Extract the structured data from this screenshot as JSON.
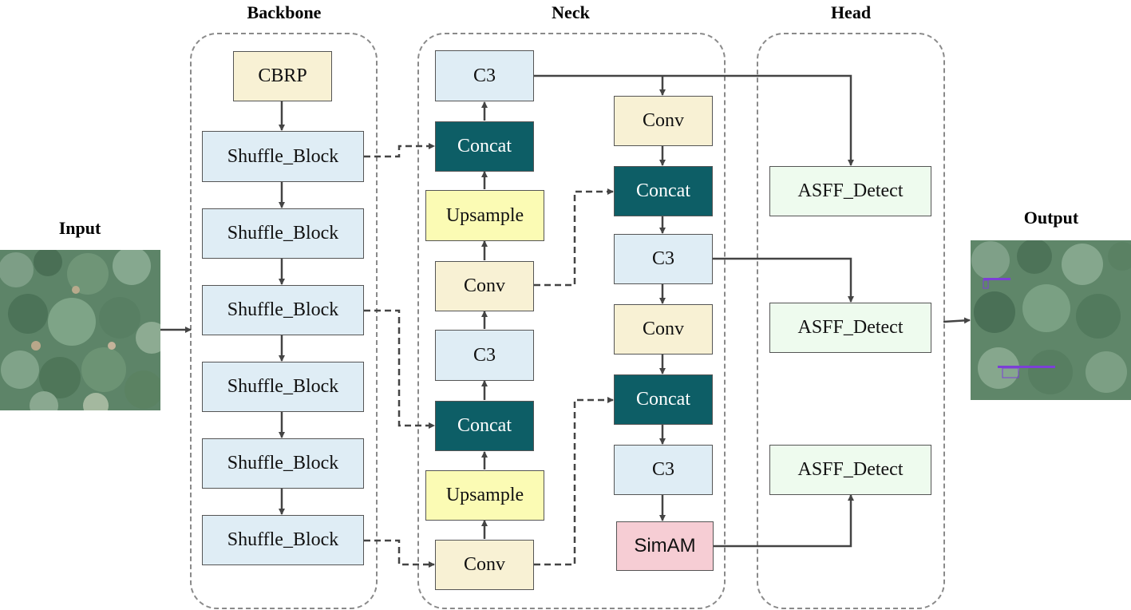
{
  "titles": {
    "backbone": "Backbone",
    "neck": "Neck",
    "head": "Head",
    "input": "Input",
    "output": "Output"
  },
  "backbone": {
    "stem": "CBRP",
    "blocks": [
      "Shuffle_Block",
      "Shuffle_Block",
      "Shuffle_Block",
      "Shuffle_Block",
      "Shuffle_Block",
      "Shuffle_Block"
    ]
  },
  "neck": {
    "left": {
      "c3_top": "C3",
      "concat_top": "Concat",
      "upsample_top": "Upsample",
      "conv_mid": "Conv",
      "c3_mid": "C3",
      "concat_bottom": "Concat",
      "upsample_bottom": "Upsample",
      "conv_bottom": "Conv"
    },
    "right": {
      "conv_top": "Conv",
      "concat_top": "Concat",
      "c3_mid": "C3",
      "conv_mid": "Conv",
      "concat_bottom": "Concat",
      "c3_bottom": "C3",
      "simam": "SimAM"
    }
  },
  "head": {
    "detects": [
      "ASFF_Detect",
      "ASFF_Detect",
      "ASFF_Detect"
    ]
  },
  "colors": {
    "light_blue": "#dfedf5",
    "cream": "#f8f1d4",
    "teal": "#0d5e66",
    "yellow": "#fbfbb4",
    "mint": "#eefbee",
    "pink": "#f6cdd4",
    "arrow": "#444444"
  }
}
